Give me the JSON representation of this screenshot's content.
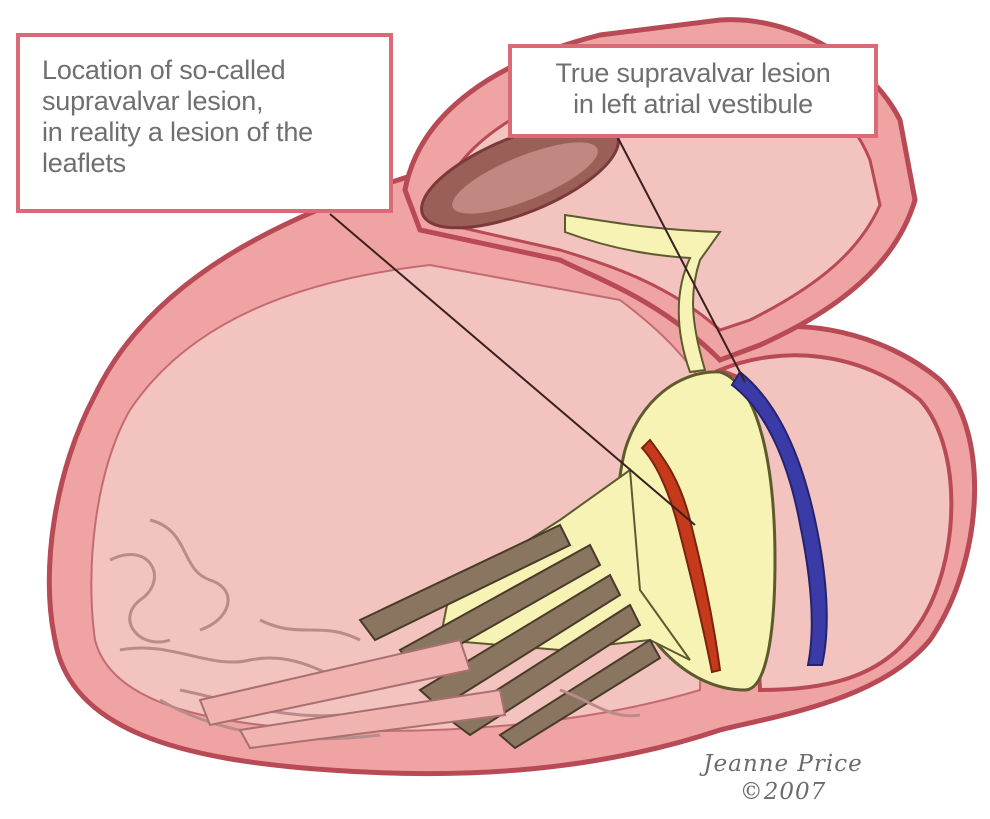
{
  "labels": {
    "left_callout": [
      "Location of so-called",
      "supravalvar lesion,",
      "in reality a lesion of the",
      "leaflets"
    ],
    "right_callout": [
      "True supravalvar lesion",
      "in left atrial vestibule"
    ]
  },
  "signature": {
    "name": "Jeanne Price",
    "copyright": "©2007"
  },
  "colors": {
    "heart_wall": "#f0a3a3",
    "heart_outline": "#b84a55",
    "chamber": "#f3c3bf",
    "valve_leaflet": "#f7f3b5",
    "chordae": "#8a7560",
    "red_lesion": "#c43a1a",
    "blue_lesion": "#3b3ba8",
    "callout_border": "#d96a76",
    "text": "#6f6f6f"
  }
}
